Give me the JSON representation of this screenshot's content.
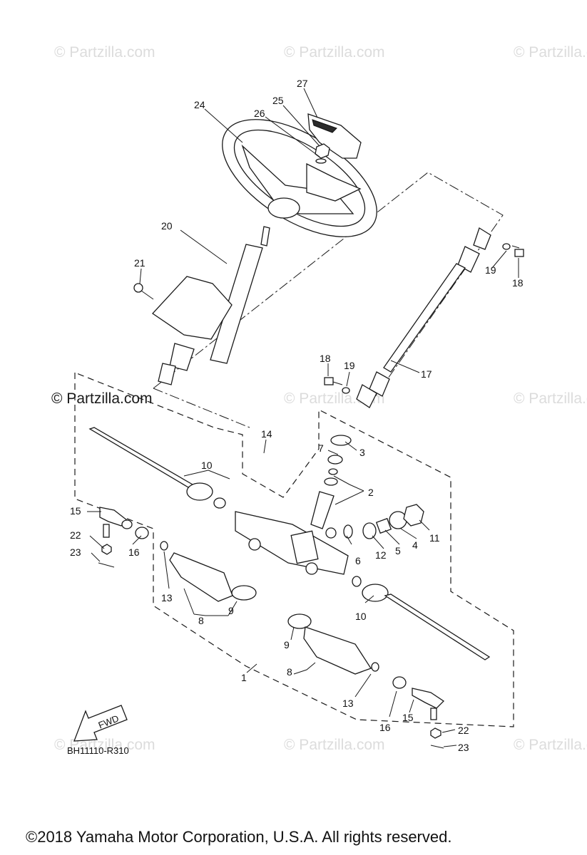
{
  "watermarks": [
    "© Partzilla.com",
    "© Partzilla.com",
    "© Partzilla.com",
    "© Partzilla.com",
    "© Partzilla.com",
    "© Partzilla.com",
    "© Partzilla.com",
    "© Partzilla.com",
    "© Partzilla.com"
  ],
  "callouts": {
    "c1": "1",
    "c2": "2",
    "c3": "3",
    "c4": "4",
    "c5": "5",
    "c6": "6",
    "c7": "7",
    "c8a": "8",
    "c8b": "8",
    "c9a": "9",
    "c9b": "9",
    "c10a": "10",
    "c10b": "10",
    "c11": "11",
    "c12": "12",
    "c13a": "13",
    "c13b": "13",
    "c14": "14",
    "c15a": "15",
    "c15b": "15",
    "c16a": "16",
    "c16b": "16",
    "c17": "17",
    "c18a": "18",
    "c18b": "18",
    "c19a": "19",
    "c19b": "19",
    "c20": "20",
    "c21": "21",
    "c22a": "22",
    "c22b": "22",
    "c23a": "23",
    "c23b": "23",
    "c24": "24",
    "c25": "25",
    "c26": "26",
    "c27": "27"
  },
  "fwd_label": "FWD",
  "diagram_code": "BH11110-R310",
  "copyright": "©2018  Yamaha Motor Corporation, U.S.A. All rights reserved."
}
